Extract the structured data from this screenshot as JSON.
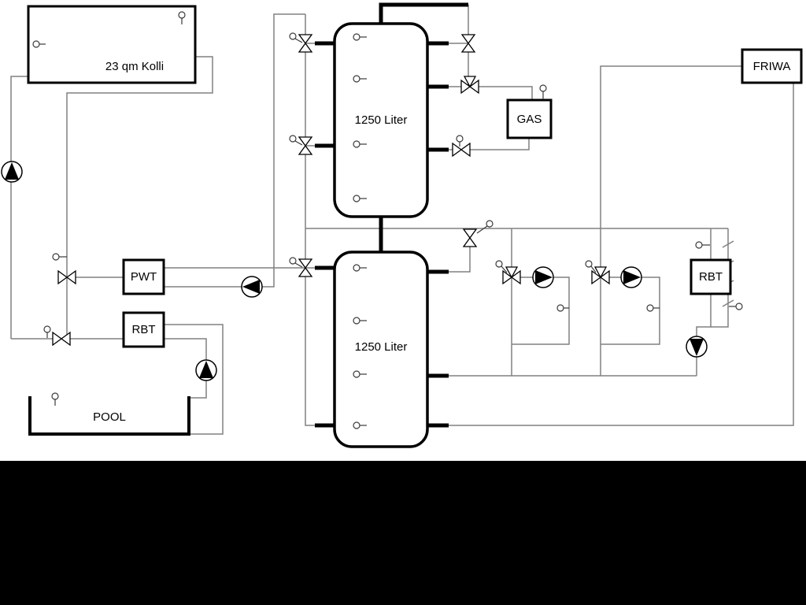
{
  "labels": {
    "collector": "23 qm Kolli",
    "tank_top": "1250 Liter",
    "tank_bottom": "1250 Liter",
    "gas": "GAS",
    "friwa": "FRIWA",
    "pwt": "PWT",
    "rbt_left": "RBT",
    "rbt_right": "RBT",
    "pool": "POOL"
  },
  "colors": {
    "line_thin": "#808080",
    "pipe_thick": "#000000",
    "background": "#ffffff",
    "bottom_band": "#000000"
  }
}
